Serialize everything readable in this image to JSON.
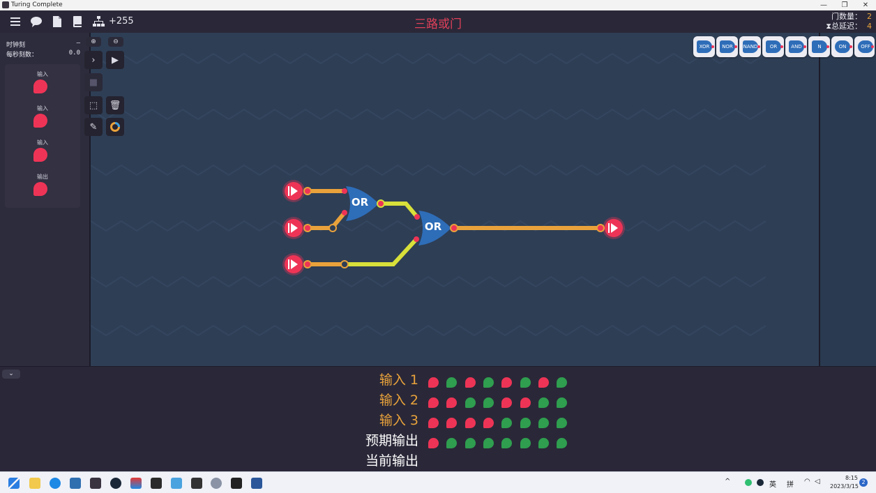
{
  "window": {
    "title": "Turing Complete",
    "minimize": "—",
    "restore": "❐",
    "close": "✕"
  },
  "topbar": {
    "count": "+255",
    "level_title": "三路或门",
    "gate_count_label": "门数量：",
    "gate_count": "2",
    "delay_label": "总延迟：",
    "delay": "4"
  },
  "clock": {
    "label": "时钟刻",
    "value": "–",
    "rate_label": "每秒刻数：",
    "rate": "0.0"
  },
  "io_list": [
    {
      "label": "输入"
    },
    {
      "label": "输入"
    },
    {
      "label": "输入"
    },
    {
      "label": "输出"
    }
  ],
  "palette": [
    "XOR",
    "NOR",
    "NAND",
    "OR",
    "AND",
    "N",
    "ON",
    "OFF"
  ],
  "gates": [
    {
      "label": "OR"
    },
    {
      "label": "OR"
    }
  ],
  "truth_table": {
    "rows": [
      {
        "label": "输入 1",
        "values": [
          0,
          1,
          0,
          1,
          0,
          1,
          0,
          1
        ]
      },
      {
        "label": "输入 2",
        "values": [
          0,
          0,
          1,
          1,
          0,
          0,
          1,
          1
        ]
      },
      {
        "label": "输入 3",
        "values": [
          0,
          0,
          0,
          0,
          1,
          1,
          1,
          1
        ]
      },
      {
        "label": "预期输出",
        "values": [
          0,
          1,
          1,
          1,
          1,
          1,
          1,
          1
        ]
      },
      {
        "label": "当前输出",
        "values": []
      }
    ],
    "on_color": "#2f9e4f",
    "off_color": "#ee3456"
  },
  "taskbar": {
    "ime_lang": "英",
    "ime_mode": "拼",
    "time": "8:15",
    "date": "2023/3/15",
    "badge": "2",
    "chevron": "^"
  },
  "colors": {
    "accent": "#e0405a",
    "wire_on": "#e9a23b",
    "wire_off": "#d8e03a",
    "gate": "#2e6db8",
    "pin": "#ee3456"
  }
}
